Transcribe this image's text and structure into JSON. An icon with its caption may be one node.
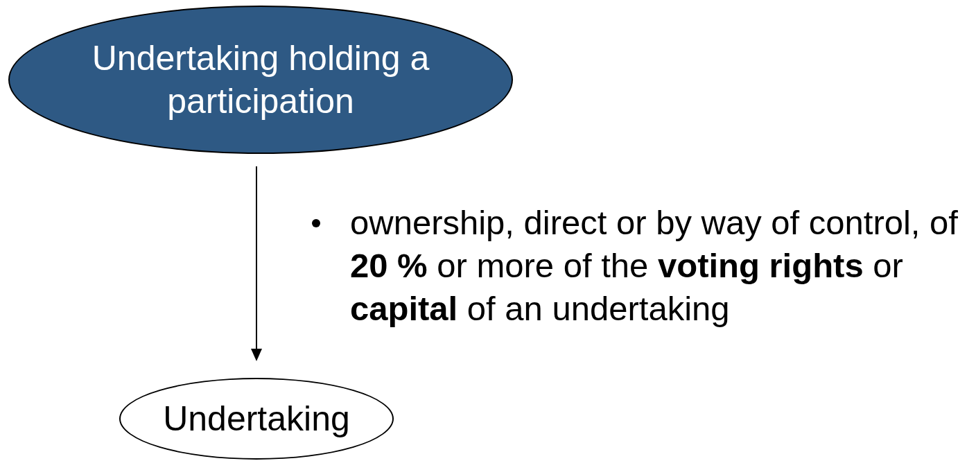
{
  "diagram": {
    "nodes": [
      {
        "text": [
          "Undertaking holding a participation"
        ]
      },
      {
        "text": [
          "Undertaking"
        ]
      }
    ],
    "edges": [
      {
        "from": 0,
        "to": 1,
        "arrow": "to",
        "label": "ownership, direct or by way of control, of **20 %** or more of the **voting rights** or **capital** of an undertaking"
      }
    ]
  }
}
